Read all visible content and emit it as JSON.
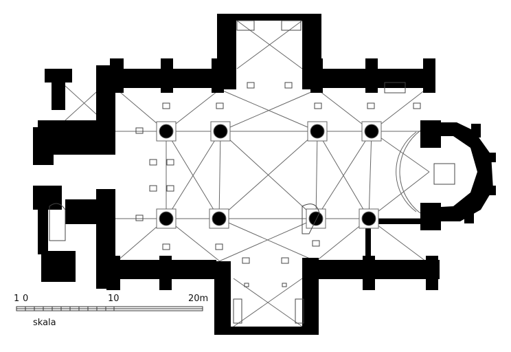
{
  "scale": {
    "ticks": [
      "1",
      "0",
      "10",
      "20m"
    ],
    "caption": "skala"
  },
  "colors": {
    "wall": "#000000",
    "line": "#555555",
    "floor": "#ffffff"
  },
  "pillars": 8
}
